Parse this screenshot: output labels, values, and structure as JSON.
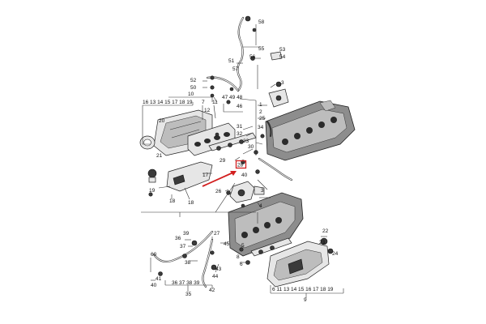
{
  "diagram": {
    "highlight_label": "28",
    "highlight_color": "#d21f1f",
    "labels": [
      {
        "id": "58",
        "text": "58"
      },
      {
        "id": "55",
        "text": "55"
      },
      {
        "id": "53",
        "text": "53"
      },
      {
        "id": "54",
        "text": "54"
      },
      {
        "id": "51",
        "text": "51"
      },
      {
        "id": "56",
        "text": "56"
      },
      {
        "id": "57",
        "text": "57"
      },
      {
        "id": "52",
        "text": "52"
      },
      {
        "id": "50",
        "text": "50"
      },
      {
        "id": "3a",
        "text": "3"
      },
      {
        "id": "10",
        "text": "10"
      },
      {
        "id": "47-49-48",
        "text": "47 49 48"
      },
      {
        "id": "seq-top-left",
        "text": "16 13 14 15 17 18 19"
      },
      {
        "id": "7",
        "text": "7"
      },
      {
        "id": "11",
        "text": "11"
      },
      {
        "id": "12",
        "text": "12"
      },
      {
        "id": "46",
        "text": "46"
      },
      {
        "id": "1",
        "text": "1"
      },
      {
        "id": "2",
        "text": "2"
      },
      {
        "id": "25",
        "text": "25"
      },
      {
        "id": "20",
        "text": "20"
      },
      {
        "id": "31",
        "text": "31"
      },
      {
        "id": "32",
        "text": "32"
      },
      {
        "id": "34",
        "text": "34"
      },
      {
        "id": "33",
        "text": "33"
      },
      {
        "id": "30",
        "text": "30"
      },
      {
        "id": "21",
        "text": "21"
      },
      {
        "id": "29",
        "text": "29"
      },
      {
        "id": "28",
        "text": "28"
      },
      {
        "id": "17",
        "text": "17"
      },
      {
        "id": "40a",
        "text": "40"
      },
      {
        "id": "19",
        "text": "19"
      },
      {
        "id": "26",
        "text": "26"
      },
      {
        "id": "3b",
        "text": "3"
      },
      {
        "id": "4",
        "text": "4"
      },
      {
        "id": "18a",
        "text": "18"
      },
      {
        "id": "18b",
        "text": "18"
      },
      {
        "id": "22",
        "text": "22"
      },
      {
        "id": "23",
        "text": "23"
      },
      {
        "id": "24",
        "text": "24"
      },
      {
        "id": "36",
        "text": "36"
      },
      {
        "id": "39",
        "text": "39"
      },
      {
        "id": "37",
        "text": "37"
      },
      {
        "id": "38",
        "text": "38"
      },
      {
        "id": "27",
        "text": "27"
      },
      {
        "id": "45",
        "text": "45"
      },
      {
        "id": "5",
        "text": "5"
      },
      {
        "id": "8",
        "text": "8"
      },
      {
        "id": "6",
        "text": "6"
      },
      {
        "id": "44",
        "text": "44"
      },
      {
        "id": "43",
        "text": "43"
      },
      {
        "id": "60",
        "text": "60"
      },
      {
        "id": "41",
        "text": "41"
      },
      {
        "id": "40b",
        "text": "40"
      },
      {
        "id": "seq-bottom-left",
        "text": "36 37 38 39"
      },
      {
        "id": "35",
        "text": "35"
      },
      {
        "id": "42",
        "text": "42"
      },
      {
        "id": "seq-bottom-right",
        "text": "6 11 13 14 15 16 17 18 19"
      },
      {
        "id": "9",
        "text": "9"
      }
    ]
  }
}
